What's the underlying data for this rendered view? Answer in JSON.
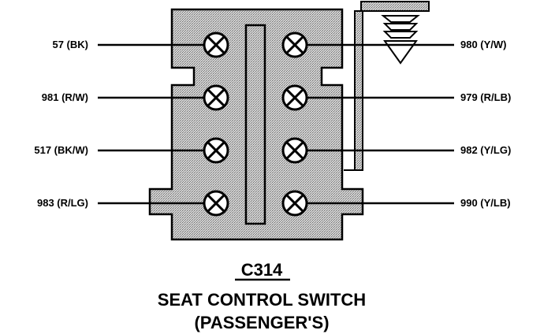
{
  "connector": {
    "id": "C314",
    "name": "SEAT CONTROL SWITCH",
    "subtitle": "(PASSENGER'S)"
  },
  "left_pins": [
    {
      "label": "57 (BK)"
    },
    {
      "label": "981 (R/W)"
    },
    {
      "label": "517 (BK/W)"
    },
    {
      "label": "983 (R/LG)"
    }
  ],
  "right_pins": [
    {
      "label": "980 (Y/W)"
    },
    {
      "label": "979 (R/LB)"
    },
    {
      "label": "982 (Y/LG)"
    },
    {
      "label": "990 (Y/LB)"
    }
  ],
  "colors": {
    "ink": "#000000",
    "body_fill": "#c8c8c8",
    "background": "#ffffff"
  }
}
